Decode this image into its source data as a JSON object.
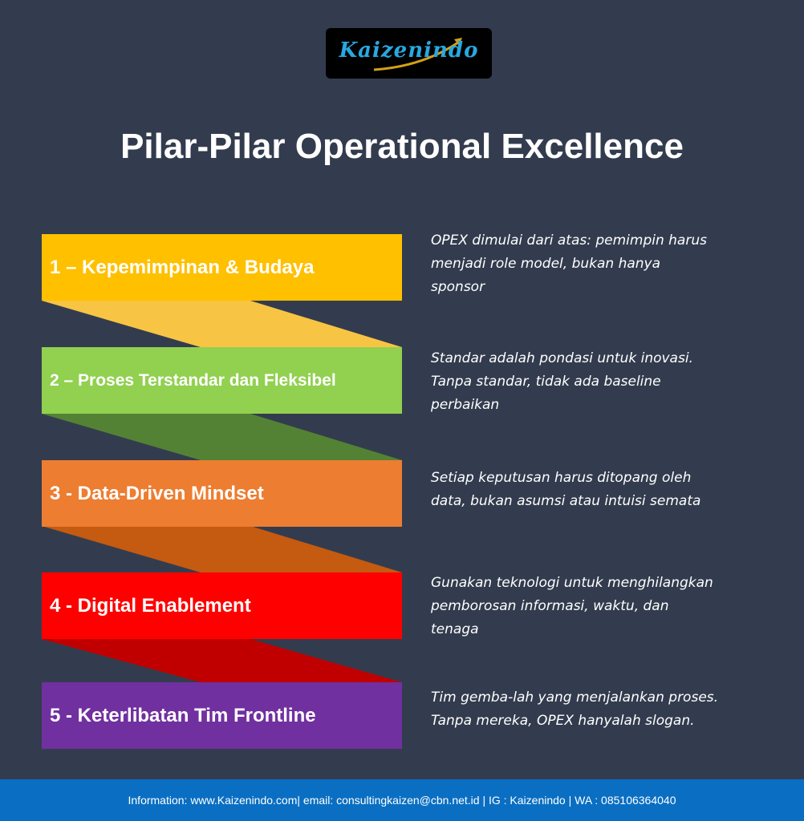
{
  "logo": {
    "text": "Kaizenindo"
  },
  "title": "Pilar-Pilar Operational Excellence",
  "pillars": [
    {
      "label": "1 – Kepemimpinan & Budaya",
      "color": "#ffc000",
      "ribbon_color": "#f8c444",
      "description": "OPEX dimulai dari atas: pemimpin harus\nmenjadi role model, bukan hanya\nsponsor"
    },
    {
      "label": "2 – Proses Terstandar dan Fleksibel",
      "color": "#92d050",
      "ribbon_color": "#548235",
      "description": "Standar adalah pondasi untuk inovasi.\nTanpa standar, tidak ada baseline\nperbaikan"
    },
    {
      "label": "3 - Data-Driven Mindset",
      "color": "#ed7d31",
      "ribbon_color": "#c55a11",
      "description": "Setiap keputusan harus ditopang oleh\ndata, bukan asumsi atau intuisi semata"
    },
    {
      "label": "4 - Digital Enablement",
      "color": "#ff0000",
      "ribbon_color": "#c00000",
      "description": "Gunakan teknologi untuk menghilangkan\npemborosan informasi, waktu, dan\ntenaga"
    },
    {
      "label": "5 - Keterlibatan Tim Frontline",
      "color": "#7030a0",
      "ribbon_color": "#7030a0",
      "description": "Tim gemba-lah yang menjalankan proses.\nTanpa mereka, OPEX hanyalah slogan."
    }
  ],
  "footer": "Information: www.Kaizenindo.com| email: consultingkaizen@cbn.net.id | IG : Kaizenindo | WA : 085106364040"
}
